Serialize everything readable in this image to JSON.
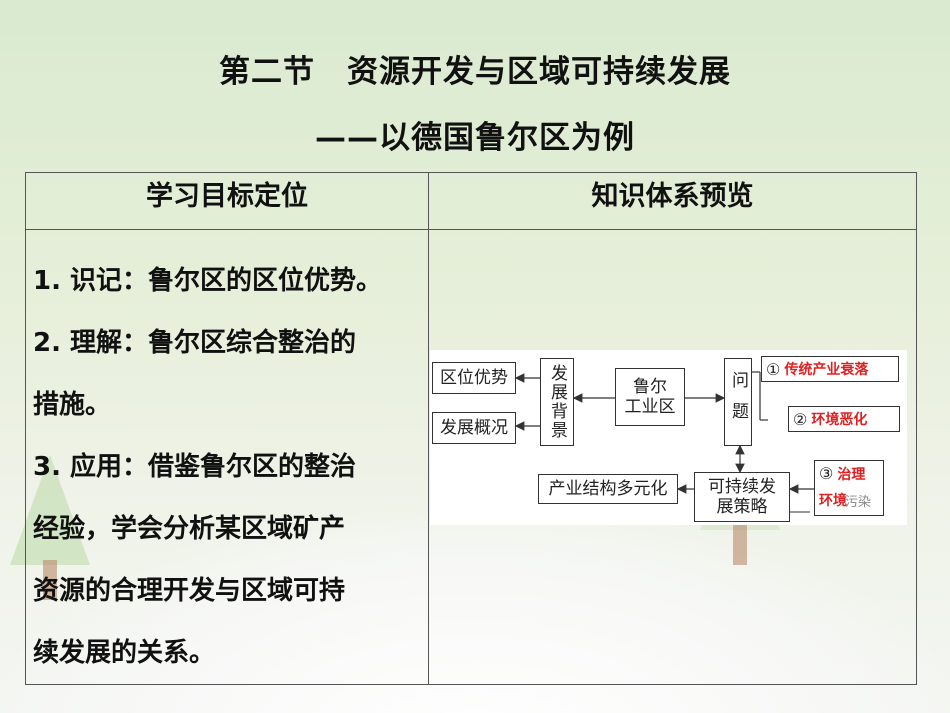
{
  "title_line1": "第二节　资源开发与区域可持续发展",
  "title_line2": "——以德国鲁尔区为例",
  "table": {
    "col1_header": "学习目标定位",
    "col2_header": "知识体系预览",
    "goals": [
      "1. 识记：鲁尔区的区位优势。",
      "2. 理解：鲁尔区综合整治的",
      "措施。",
      "3. 应用：借鉴鲁尔区的整治",
      "经验，学会分析某区域矿产",
      "资源的合理开发与区域可持",
      "续发展的关系。"
    ]
  },
  "diagram": {
    "loc_adv": "区位优势",
    "dev_overview": "发展概况",
    "dev_bg": "发展背景",
    "ruhr": "鲁尔工业区",
    "ruhr_l1": "鲁尔",
    "ruhr_l2": "工业区",
    "problem": "问题",
    "strategy_l1": "可持续发",
    "strategy_l2": "展策略",
    "industry": "产业结构多元化",
    "p1_num": "①",
    "p1_text": "传统产业衰落",
    "p2_num": "②",
    "p2_text": "环境恶化",
    "p3_num": "③",
    "p3_text_a": "治理",
    "p3_text_b": "环境",
    "p3_text_c": "污染"
  }
}
